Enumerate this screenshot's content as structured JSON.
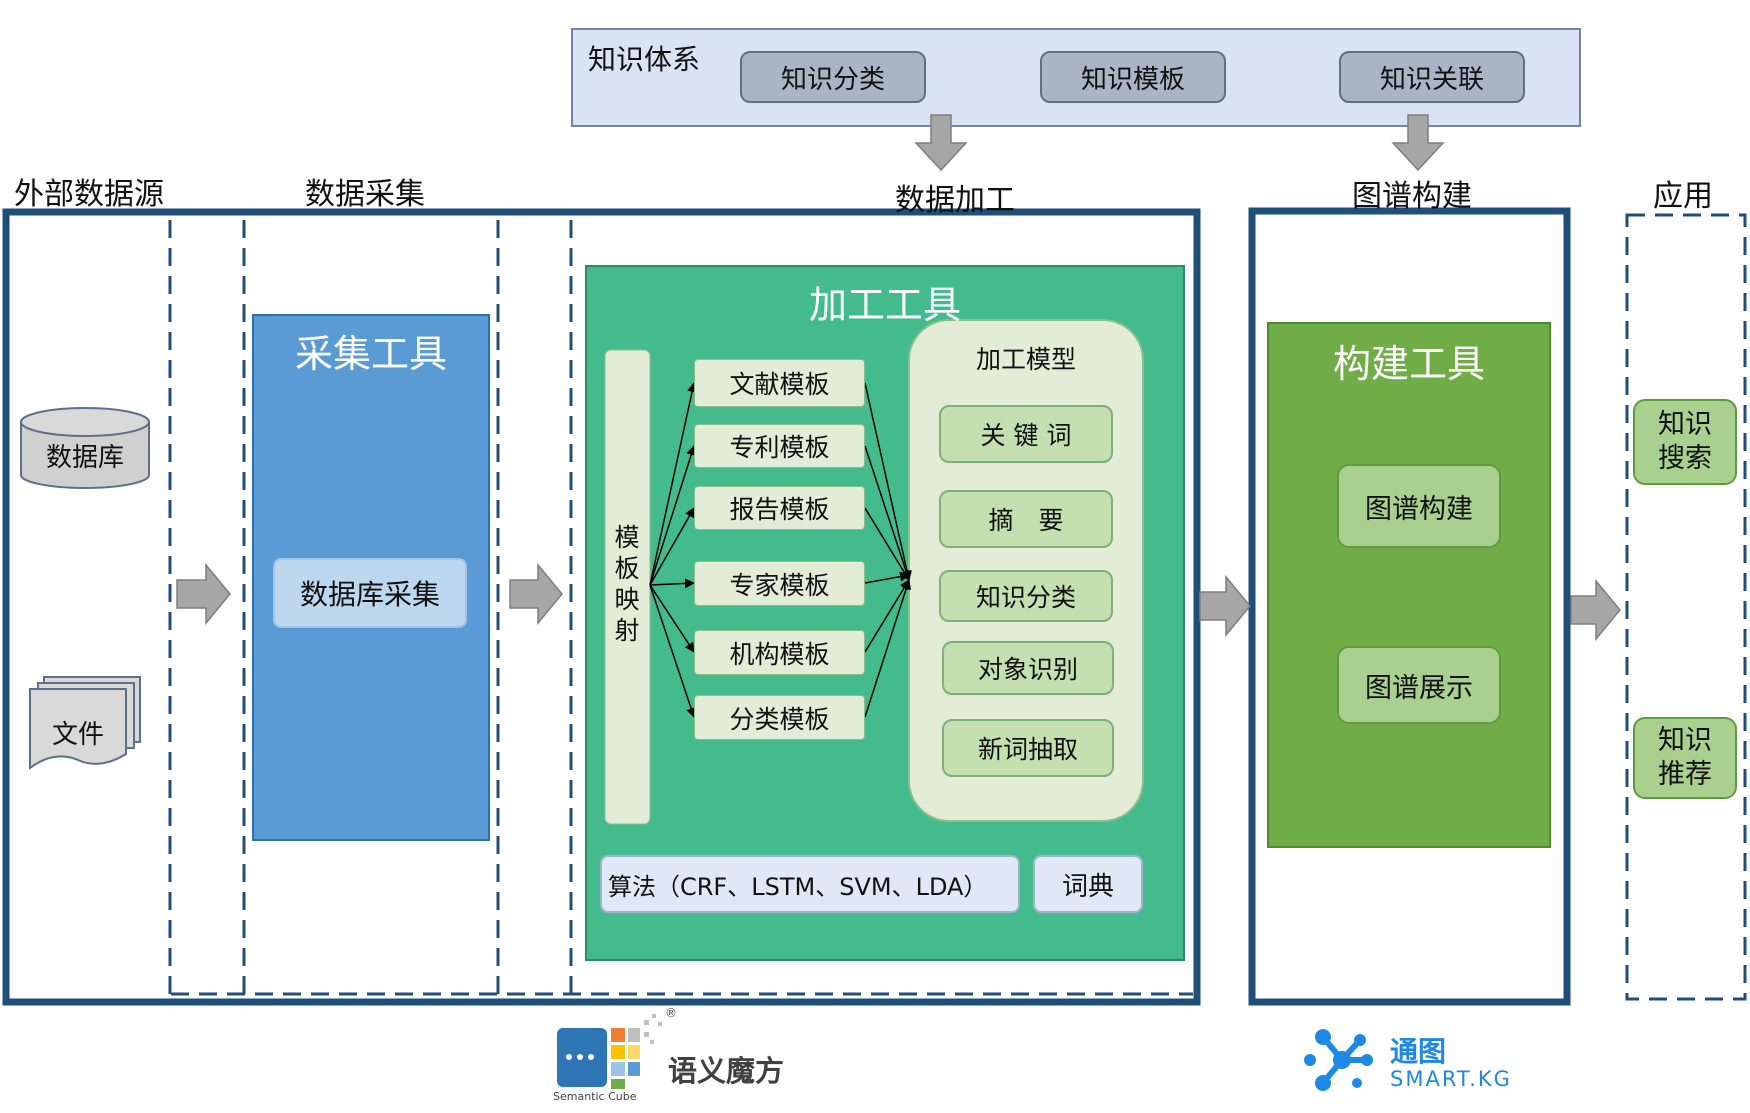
{
  "knowledge_system": {
    "label": "知识体系",
    "items": [
      "知识分类",
      "知识模板",
      "知识关联"
    ]
  },
  "section_labels": {
    "external": "外部数据源",
    "collect": "数据采集",
    "process": "数据加工",
    "build": "图谱构建",
    "apply": "应用"
  },
  "external_sources": {
    "database": "数据库",
    "file": "文件"
  },
  "collect_tool": {
    "title": "采集工具",
    "item": "数据库采集"
  },
  "process_tool": {
    "title": "加工工具",
    "mapping": "模板映射",
    "templates": [
      "文献模板",
      "专利模板",
      "报告模板",
      "专家模板",
      "机构模板",
      "分类模板"
    ],
    "model": {
      "title": "加工模型",
      "items": [
        "关 键 词",
        "摘　要",
        "知识分类",
        "对象识别",
        "新词抽取"
      ]
    },
    "algorithm": "算法（CRF、LSTM、SVM、LDA）",
    "dictionary": "词典"
  },
  "build_tool": {
    "title": "构建工具",
    "items": [
      "图谱构建",
      "图谱展示"
    ]
  },
  "applications": [
    "知识\n搜索",
    "知识\n推荐"
  ],
  "logos": {
    "left_name": "语义魔方",
    "left_sub": "Semantic Cube",
    "left_mark": "®",
    "right_name": "通图",
    "right_sub": "SMART.KG"
  },
  "colors": {
    "frame": "#1f4e79",
    "collect_blue": "#5b9bd5",
    "process_green": "#43bb8c",
    "build_green": "#70ad47",
    "arrow_gray": "#a6a6a6"
  }
}
